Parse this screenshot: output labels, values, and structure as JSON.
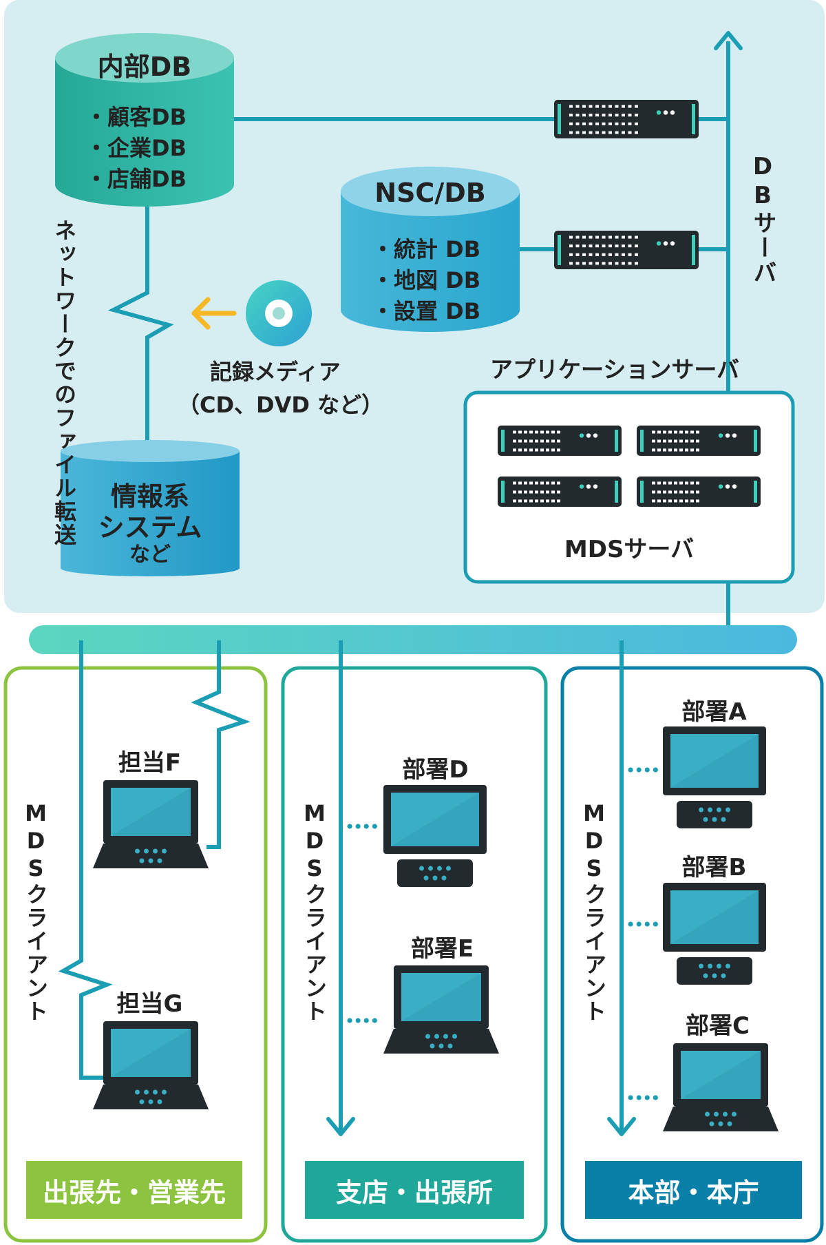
{
  "databases": {
    "internal": {
      "title": "内部DB",
      "items": [
        "・顧客DB",
        "・企業DB",
        "・店舗DB"
      ]
    },
    "nsc": {
      "title": "NSC/DB",
      "items": [
        "・統計 DB",
        "・地図 DB",
        "・設置 DB"
      ]
    },
    "info_system": {
      "line1": "情報系",
      "line2": "システム",
      "line3": "など"
    }
  },
  "labels": {
    "network_transfer": "ネットワークでのファイル転送",
    "media_line1": "記録メディア",
    "media_line2": "（CD、DVD など）",
    "db_server": "DBサーバ",
    "app_server": "アプリケーションサーバ",
    "mds_server": "MDSサーバ"
  },
  "sections": [
    {
      "name": "出張先・営業先",
      "client_label": "MDSクライアント",
      "color": "#8cc43f",
      "devices": [
        "担当F",
        "担当G"
      ]
    },
    {
      "name": "支店・出張所",
      "client_label": "MDSクライアント",
      "color": "#1fa89a",
      "devices": [
        "部署D",
        "部署E"
      ]
    },
    {
      "name": "本部・本庁",
      "client_label": "MDSクライアント",
      "color": "#0a7fa8",
      "devices": [
        "部署A",
        "部署B",
        "部署C"
      ]
    }
  ],
  "colors": {
    "top_panel": "#d6eef1",
    "line": "#1b9db3",
    "server": "#232a2e",
    "server_accent": "#3fd0bd",
    "screen": "#3aaec4",
    "arrow_media": "#f6b824",
    "db_internal": "#2fb6a4",
    "db_nsc": "#3cb1d2",
    "db_info": "#3ba7d0"
  }
}
